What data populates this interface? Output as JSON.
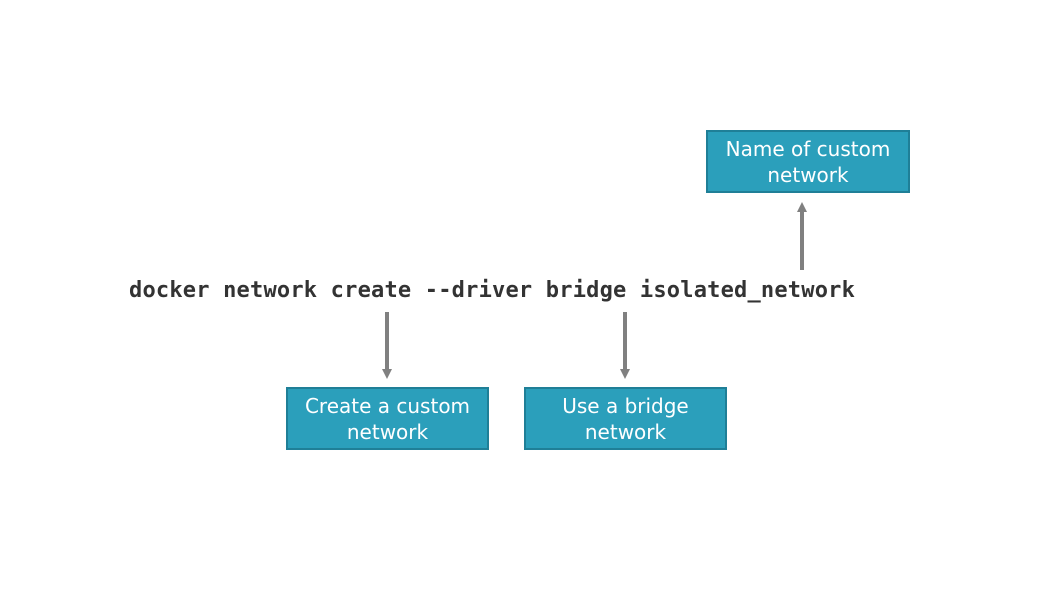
{
  "diagram": {
    "command": "docker network create --driver bridge isolated_network",
    "annotations": [
      {
        "id": "name",
        "text": "Name of custom network"
      },
      {
        "id": "create",
        "text": "Create a custom network"
      },
      {
        "id": "bridge",
        "text": "Use a bridge network"
      }
    ]
  },
  "colors": {
    "box_fill": "#2b9fbb",
    "box_border": "#1f7f97",
    "arrow": "#808080",
    "command_text": "#333333"
  }
}
